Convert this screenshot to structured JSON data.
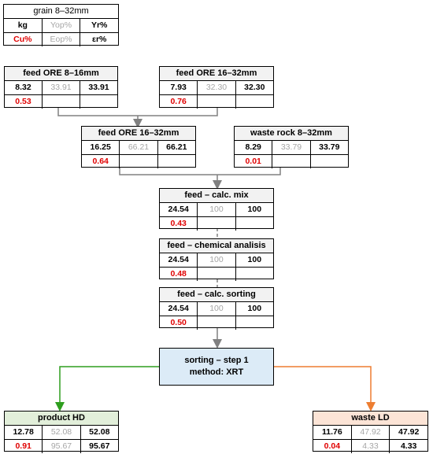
{
  "legend": {
    "title": "grain 8–32mm",
    "r1": [
      "kg",
      "Yop%",
      "Yr%"
    ],
    "r2": [
      "Cu%",
      "Eop%",
      "εr%"
    ]
  },
  "boxes": {
    "ore_8_16": {
      "title": "feed ORE 8–16mm",
      "kg": "8.32",
      "y_op": "33.91",
      "y_r": "33.91",
      "cu": "0.53"
    },
    "ore_16_32a": {
      "title": "feed ORE 16–32mm",
      "kg": "7.93",
      "y_op": "32.30",
      "y_r": "32.30",
      "cu": "0.76"
    },
    "ore_16_32b": {
      "title": "feed ORE 16–32mm",
      "kg": "16.25",
      "y_op": "66.21",
      "y_r": "66.21",
      "cu": "0.64"
    },
    "waste_rock": {
      "title": "waste rock 8–32mm",
      "kg": "8.29",
      "y_op": "33.79",
      "y_r": "33.79",
      "cu": "0.01"
    },
    "calc_mix": {
      "title": "feed – calc. mix",
      "kg": "24.54",
      "y_op": "100",
      "y_r": "100",
      "cu": "0.43"
    },
    "chem": {
      "title": "feed – chemical analisis",
      "kg": "24.54",
      "y_op": "100",
      "y_r": "100",
      "cu": "0.48"
    },
    "calc_sort": {
      "title": "feed – calc. sorting",
      "kg": "24.54",
      "y_op": "100",
      "y_r": "100",
      "cu": "0.50"
    },
    "product_hd": {
      "title": "product HD",
      "kg": "12.78",
      "y_op": "52.08",
      "y_r": "52.08",
      "cu": "0.91",
      "e_op": "95.67",
      "e_r": "95.67"
    },
    "waste_ld": {
      "title": "waste LD",
      "kg": "11.76",
      "y_op": "47.92",
      "y_r": "47.92",
      "cu": "0.04",
      "e_op": "4.33",
      "e_r": "4.33"
    }
  },
  "sorting": {
    "line1": "sorting – step  1",
    "line2": "method: XRT"
  },
  "colors": {
    "hd_arrow": "#2e9e1e",
    "ld_arrow": "#ed7d31",
    "flow": "#808080",
    "cu_text": "#e00000"
  }
}
